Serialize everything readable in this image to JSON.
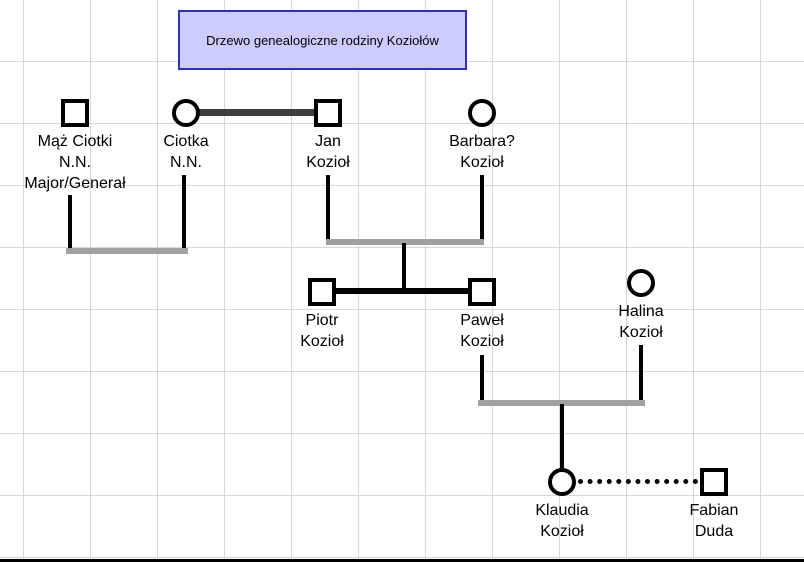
{
  "title_box": {
    "label": "Drzewo genealogiczne rodziny Koziołów"
  },
  "persons": [
    {
      "id": "maz-ciotki",
      "gender": "male",
      "name_lines": [
        "Mąż Ciotki",
        "N.N.",
        "Major/Generał"
      ]
    },
    {
      "id": "ciotka",
      "gender": "female",
      "name_lines": [
        "Ciotka",
        "N.N."
      ]
    },
    {
      "id": "jan",
      "gender": "male",
      "name_lines": [
        "Jan",
        "Kozioł"
      ]
    },
    {
      "id": "barbara",
      "gender": "female",
      "name_lines": [
        "Barbara?",
        "Kozioł"
      ]
    },
    {
      "id": "piotr",
      "gender": "male",
      "name_lines": [
        "Piotr",
        "Kozioł"
      ]
    },
    {
      "id": "pawel",
      "gender": "male",
      "name_lines": [
        "Paweł",
        "Kozioł"
      ]
    },
    {
      "id": "halina",
      "gender": "female",
      "name_lines": [
        "Halina",
        "Kozioł"
      ]
    },
    {
      "id": "klaudia",
      "gender": "female",
      "name_lines": [
        "Klaudia",
        "Kozioł"
      ]
    },
    {
      "id": "fabian",
      "gender": "male",
      "name_lines": [
        "Fabian",
        "Duda"
      ]
    }
  ],
  "colors": {
    "grid": "#d7d7d7",
    "line_gray": "#a0a0a0",
    "marriage": "#3f3f3f",
    "title_bg": "#ccccff",
    "title_border": "#3030b0",
    "ink": "#000000"
  }
}
